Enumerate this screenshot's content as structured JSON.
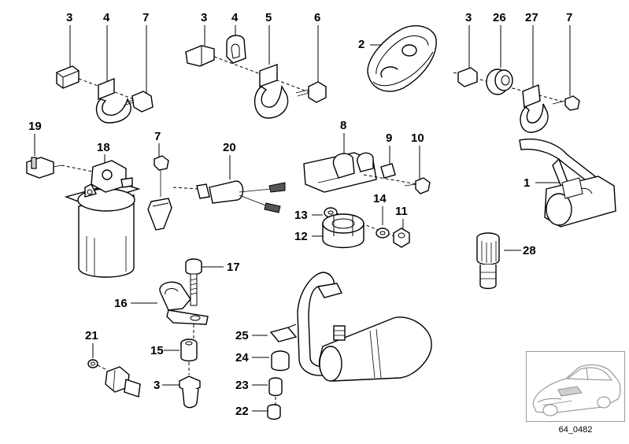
{
  "diagram": {
    "code": "64_0482",
    "callouts": {
      "c3a": "3",
      "c4a": "4",
      "c7a": "7",
      "c3b": "3",
      "c4b": "4",
      "c5": "5",
      "c6": "6",
      "c2": "2",
      "c3c": "3",
      "c26": "26",
      "c27": "27",
      "c7b": "7",
      "c19": "19",
      "c18": "18",
      "c7c": "7",
      "c20": "20",
      "c8": "8",
      "c9": "9",
      "c10": "10",
      "c13": "13",
      "c14": "14",
      "c11": "11",
      "c12": "12",
      "c1": "1",
      "c28": "28",
      "c17": "17",
      "c16": "16",
      "c21": "21",
      "c15": "15",
      "c3d": "3",
      "c25": "25",
      "c24": "24",
      "c23": "23",
      "c22": "22"
    }
  }
}
